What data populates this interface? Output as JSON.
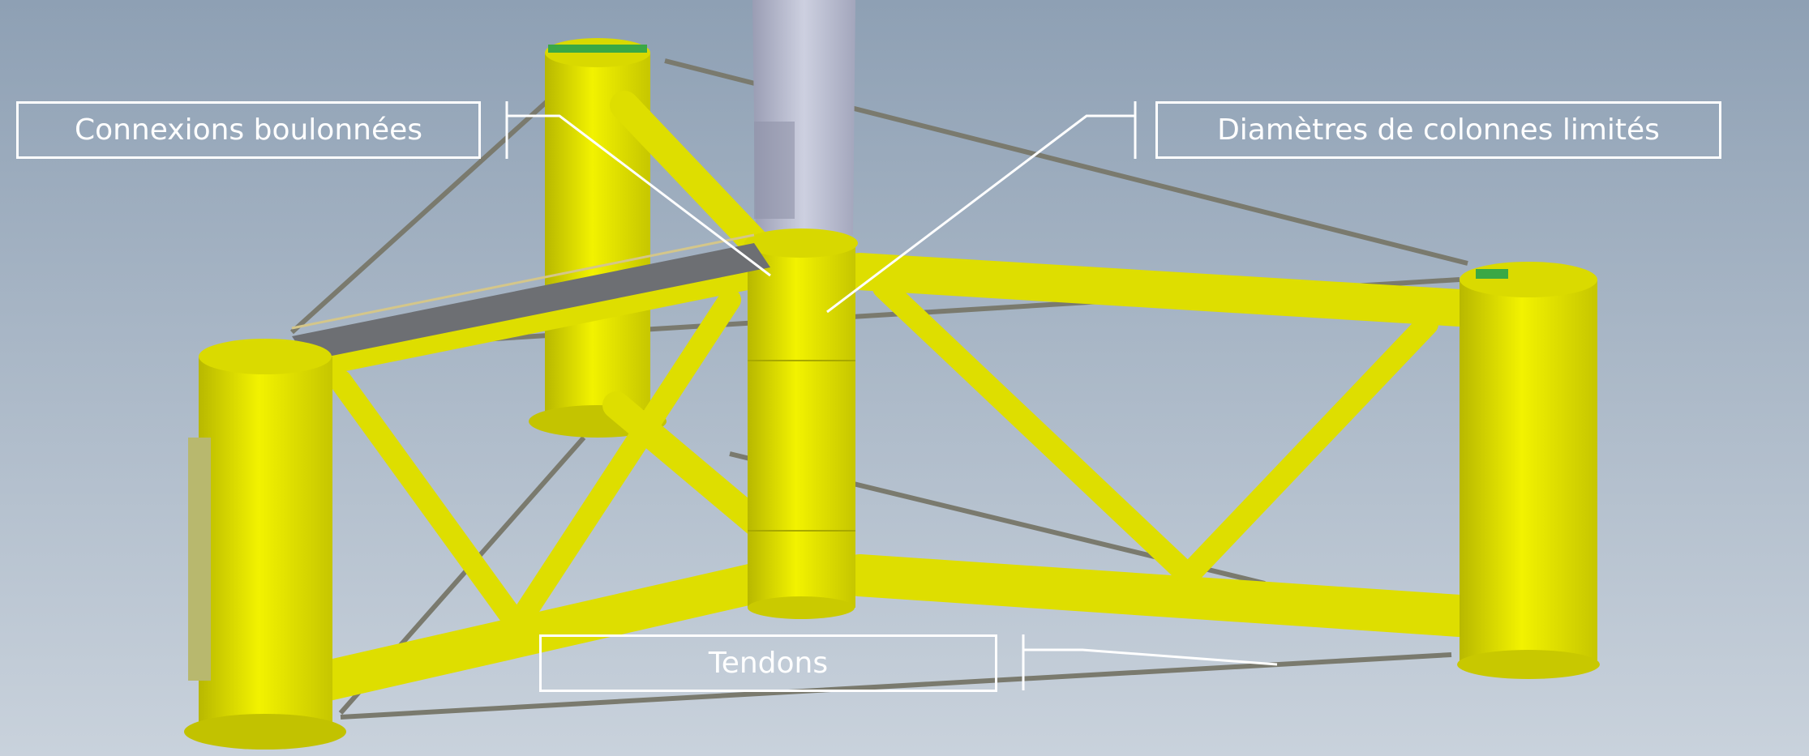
{
  "diagram": {
    "callouts": {
      "bolted_connections": "Connexions boulonnées",
      "column_diameters": "Diamètres de colonnes limités",
      "tendons": "Tendons"
    }
  },
  "colors": {
    "structure_yellow": "#e6e600",
    "background_top": "#8ea0b4",
    "background_bottom": "#c9d2dc",
    "tower_grey": "#b4b7cc",
    "tendon_grey": "#7a7a6e",
    "callout_white": "#ffffff"
  }
}
